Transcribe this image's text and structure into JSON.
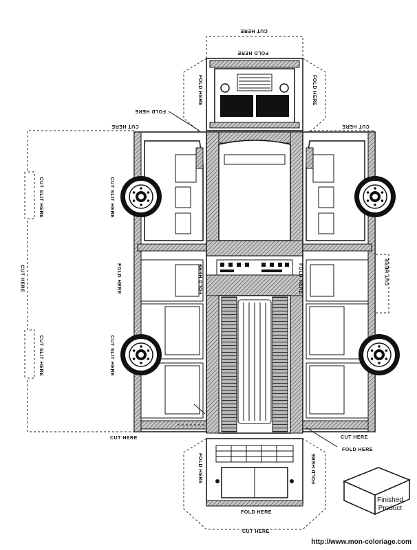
{
  "labels": {
    "cut_here": "CUT HERE",
    "fold_here": "FOLD HERE",
    "cut_slit_here": "CUT SLIT HERE"
  },
  "finished_product": {
    "line1": "Finished",
    "line2": "Product"
  },
  "watermark": "http://www.mon-coloriage.com"
}
